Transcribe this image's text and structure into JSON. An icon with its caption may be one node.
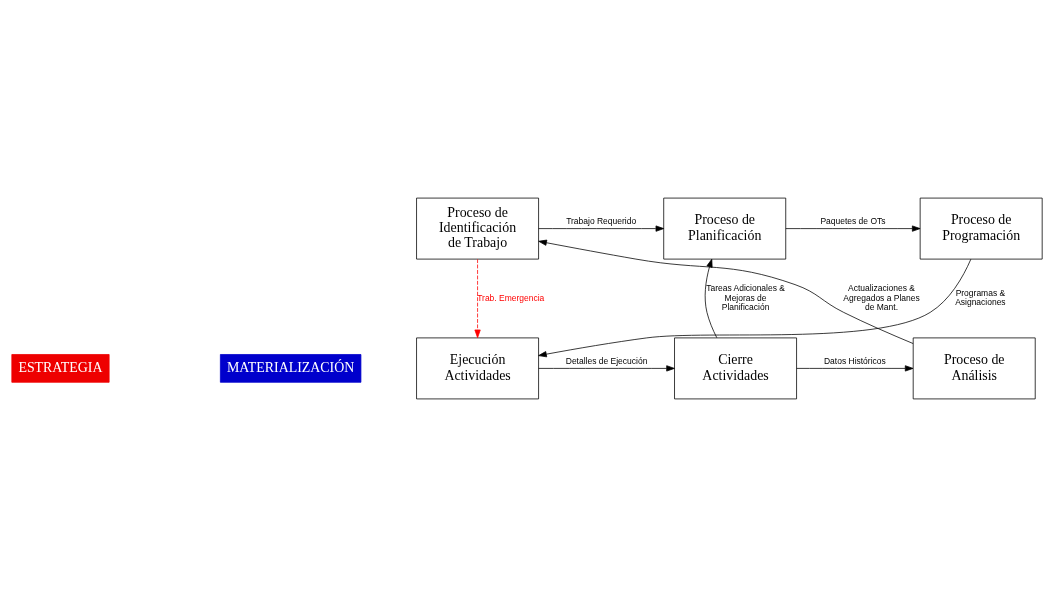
{
  "diagram": {
    "nodes": [
      {
        "text": [
          "Proceso de Identificación de Trabajo"
        ]
      },
      {
        "text": [
          "Proceso de Planificación"
        ]
      },
      {
        "text": [
          "Proceso de Programación"
        ]
      },
      {
        "text": [
          "ESTRATEGIA"
        ]
      },
      {
        "text": [
          "MATERIALIZACIÓN"
        ]
      },
      {
        "text": [
          "Proceso de Análisis"
        ]
      },
      {
        "text": [
          "Cierre Actividades"
        ]
      },
      {
        "text": [
          "Ejecución Actividades"
        ]
      }
    ],
    "edges": [
      {
        "from": 0,
        "to": 1,
        "arrow": "to",
        "label": "Trabajo Requerido"
      },
      {
        "from": 1,
        "to": 2,
        "arrow": "to",
        "label": "Paquetes de OTs"
      },
      {
        "from": 2,
        "to": 7,
        "arrow": "to",
        "label": "Programas & Asignaciones"
      },
      {
        "from": 7,
        "to": 6,
        "arrow": "to",
        "label": "Detalles de Ejecución"
      },
      {
        "from": 6,
        "to": 5,
        "arrow": "to",
        "label": "Datos Históricos"
      },
      {
        "from": 5,
        "to": 0,
        "arrow": "to",
        "label": "Actualizaciones & Agregados a Planes de Mant."
      },
      {
        "from": 6,
        "to": 1,
        "arrow": "to",
        "label": "Tareas Adicionales & Mejoras de Planificación"
      },
      {
        "from": 0,
        "to": 7,
        "arrow": "to",
        "label": "Trab. Emergencia",
        "style": "dashed",
        "color": "#ff0000"
      }
    ]
  }
}
